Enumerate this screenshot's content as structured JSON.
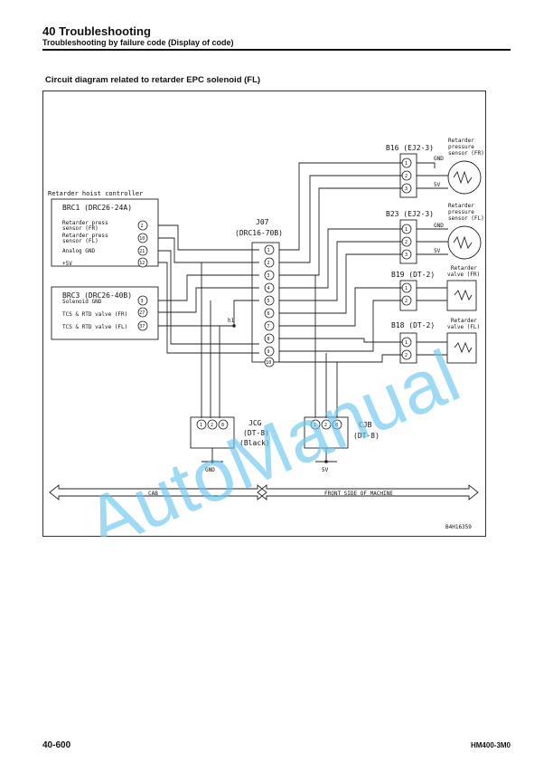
{
  "header": {
    "title": "40 Troubleshooting",
    "subtitle": "Troubleshooting by failure code (Display of code)"
  },
  "section_title": "Circuit diagram related to retarder EPC solenoid (FL)",
  "diagram": {
    "controller_label": "Retarder hoist controller",
    "brc1": {
      "name": "BRC1 (DRC26-24A)",
      "pins": [
        {
          "label": "Retarder press sensor (FR)",
          "line1": "Retarder press",
          "line2": "sensor (FR)",
          "pin": "2"
        },
        {
          "label": "Retarder press sensor (FL)",
          "line1": "Retarder press",
          "line2": "sensor (FL)",
          "pin": "10"
        },
        {
          "label": "Analog GND",
          "pin": "21"
        },
        {
          "label": "+5V",
          "pin": "12"
        }
      ]
    },
    "brc3": {
      "name": "BRC3 (DRC26-40B)",
      "pins": [
        {
          "label": "Solenoid GND",
          "pin": "3"
        },
        {
          "label": "TCS & RTD valve (FR)",
          "pin": "27"
        },
        {
          "label": "TCS & RTD valve (FL)",
          "pin": "37"
        }
      ]
    },
    "j07": {
      "name": "J07",
      "type": "(DRC16-70B)",
      "pins": [
        "1",
        "2",
        "3",
        "4",
        "5",
        "6",
        "7",
        "8",
        "9",
        "10"
      ]
    },
    "b16": {
      "name": "B16 (EJ2-3)",
      "pins": [
        "1",
        "2",
        "3"
      ],
      "gnd": "GND",
      "v5": "5V",
      "device": [
        "Retarder",
        "pressure",
        "sensor (FR)"
      ]
    },
    "b23": {
      "name": "B23 (EJ2-3)",
      "pins": [
        "1",
        "2",
        "3"
      ],
      "gnd": "GND",
      "v5": "5V",
      "device": [
        "Retarder",
        "pressure",
        "sensor (FL)"
      ]
    },
    "b19": {
      "name": "B19 (DT-2)",
      "pins": [
        "1",
        "2"
      ],
      "device": [
        "Retarder",
        "valve (FR)"
      ]
    },
    "b18": {
      "name": "B18 (DT-2)",
      "pins": [
        "1",
        "2"
      ],
      "device": [
        "Retarder",
        "valve (FL)"
      ]
    },
    "junction": "h1",
    "jcg": {
      "name": "JCG",
      "type": "(DT-8)",
      "color": "(Black)",
      "pins": [
        "1",
        "2",
        "8"
      ],
      "ground": "GND"
    },
    "cjb": {
      "name": "CJB",
      "type": "(DT-8)",
      "pins": [
        "1",
        "2",
        "8"
      ],
      "supply": "5V"
    },
    "cab_label": "CAB",
    "front_label": "FRONT SIDE OF MACHINE",
    "drawing_id": "B4H16359"
  },
  "watermark": "AutoManual",
  "footer": {
    "page": "40-600",
    "model": "HM400-3M0"
  },
  "colors": {
    "watermark": "#6cc6ee",
    "line": "#222222"
  }
}
